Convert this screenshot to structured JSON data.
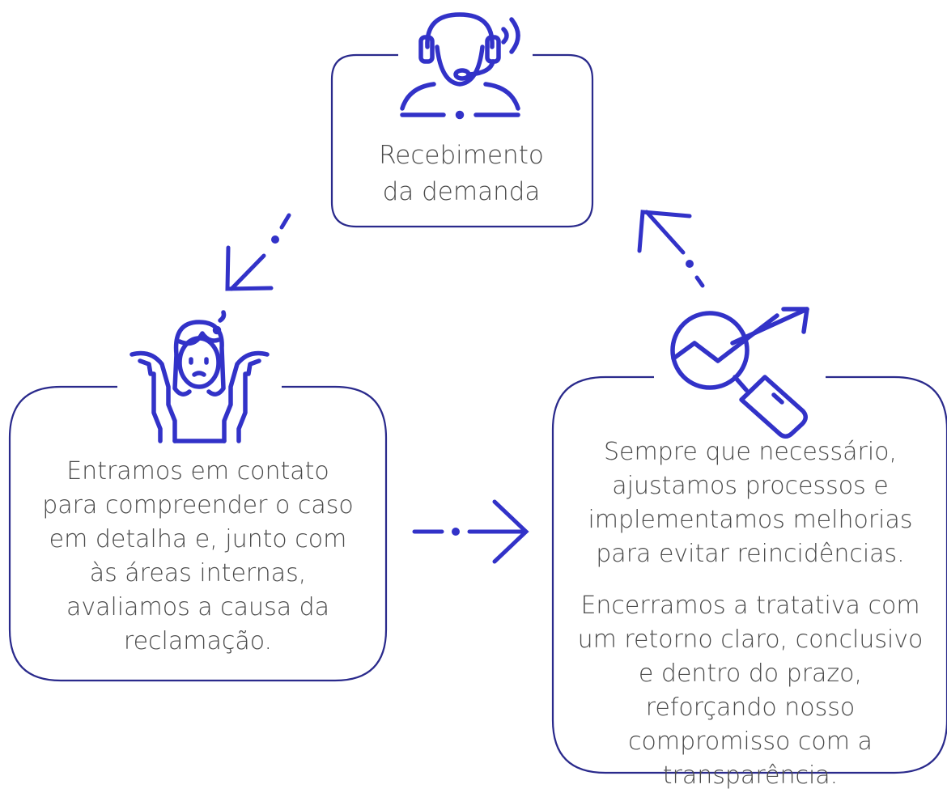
{
  "steps": {
    "receive": {
      "text": "Recebimento\nda demanda",
      "icon": "headset-agent-icon"
    },
    "investigate": {
      "text": "Entramos em contato\npara compreender o caso\nem detalha e, junto com\nàs áreas internas,\navaliamos a causa da\nreclamação.",
      "icon": "confused-person-icon"
    },
    "improve": {
      "text1": "Sempre que necessário,\najustamos processos e\nimplementamos melhorias\npara evitar reincidências.",
      "text2": "Encerramos a tratativa com\num retorno claro, conclusivo\ne dentro do prazo,\nreforçando nosso\ncompromisso com a\ntransparência.",
      "icon": "trend-magnifier-icon"
    }
  },
  "colors": {
    "accent": "#3232c8",
    "border": "#2a2a8c",
    "text": "#4a4a4a"
  }
}
